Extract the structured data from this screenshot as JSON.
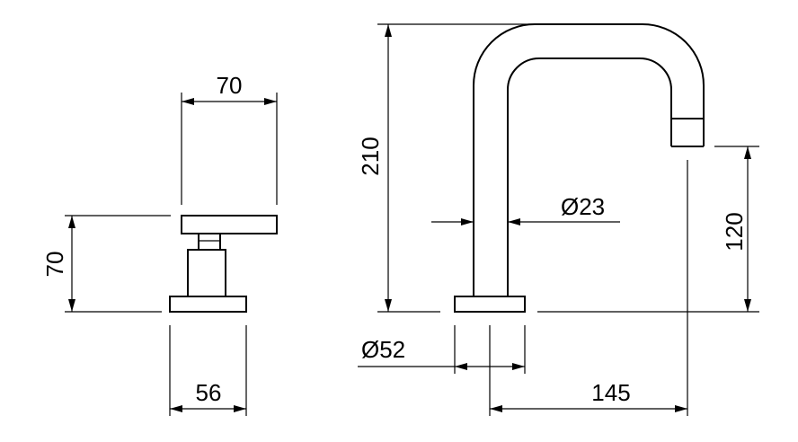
{
  "drawing": {
    "dimensions": {
      "handle_width": "70",
      "handle_height": "70",
      "handle_base": "56",
      "spout_height": "210",
      "spout_outlet_height": "120",
      "pipe_diameter": "Ø23",
      "base_diameter": "Ø52",
      "spout_reach": "145"
    }
  }
}
